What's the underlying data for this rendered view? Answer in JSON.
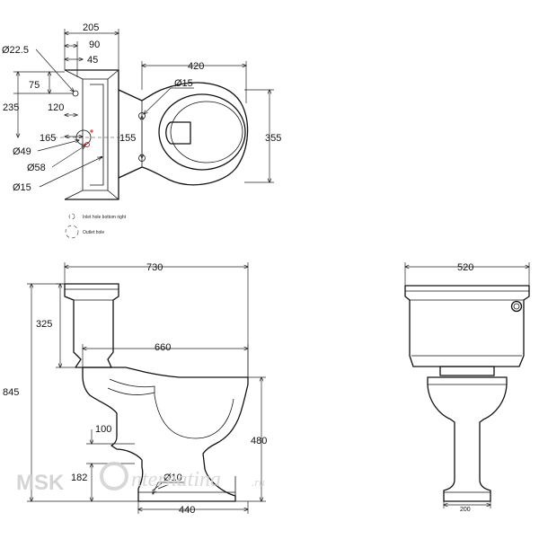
{
  "plan_view": {
    "dims": {
      "overall_width": "205",
      "inner_width": "90",
      "half_width": "45",
      "bowl_length": "420",
      "inlet_diameter": "Ø22.5",
      "inlet_offset": "75",
      "depth": "235",
      "centre_offset": "120",
      "outlet_offset": "165",
      "outlet_dia_1": "Ø49",
      "outlet_dia_2": "Ø58",
      "fixing_dia": "Ø15",
      "pan_fixing_dia": "Ø15",
      "pan_offset": "155",
      "overall_depth": "355"
    },
    "legend": [
      {
        "label": "Inlet hole bottom right"
      },
      {
        "label": "Outlet hole"
      }
    ]
  },
  "side_view": {
    "dims": {
      "overall_length": "730",
      "cistern_height": "325",
      "projection": "660",
      "overall_height": "845",
      "outlet_height_1": "100",
      "outlet_height_2": "182",
      "floor_fixing_dia": "Ø10",
      "pan_height": "480",
      "base_length": "440"
    }
  },
  "front_view": {
    "dims": {
      "overall_width": "520",
      "base_width": "200"
    }
  },
  "watermark": {
    "brand": "MSK",
    "word": "nternatina",
    "tld": ".ru"
  }
}
